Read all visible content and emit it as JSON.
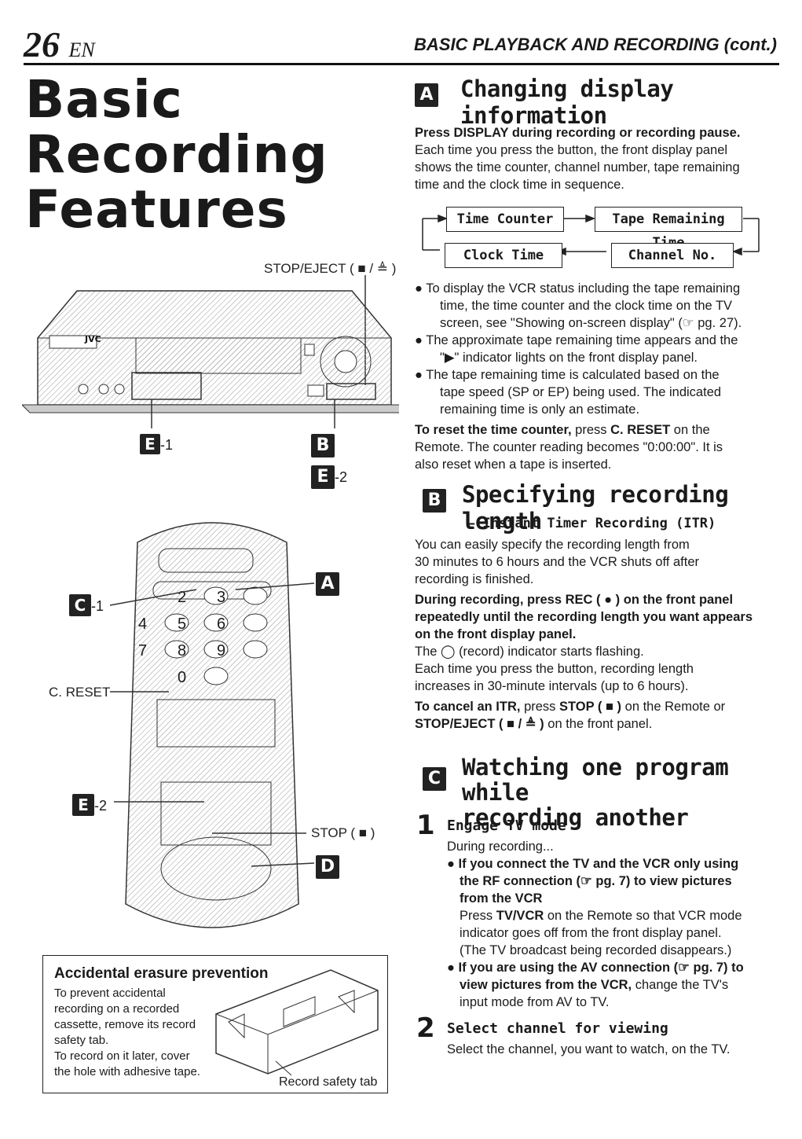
{
  "header": {
    "page_number": "26",
    "lang": "EN",
    "section": "BASIC PLAYBACK AND RECORDING (cont.)"
  },
  "title_lines": [
    "Basic",
    "Recording",
    "Features"
  ],
  "figure": {
    "stop_eject_label": "STOP/EJECT ( ■ / ≜ )",
    "brand": "JVC",
    "callouts": {
      "e1": {
        "letter": "E",
        "suffix": "-1"
      },
      "b": {
        "letter": "B"
      },
      "e2": {
        "letter": "E",
        "suffix": "-2"
      },
      "a": {
        "letter": "A"
      },
      "c1": {
        "letter": "C",
        "suffix": "-1"
      },
      "c_reset": "C. RESET",
      "e2_remote": {
        "letter": "E",
        "suffix": "-2"
      },
      "stop": "STOP ( ■ )",
      "d": {
        "letter": "D"
      }
    },
    "keypad": [
      "2",
      "3",
      "4",
      "5",
      "6",
      "7",
      "8",
      "9",
      "0"
    ]
  },
  "erasure_box": {
    "title": "Accidental erasure prevention",
    "lines": [
      "To prevent accidental",
      "recording on a recorded",
      "cassette, remove its record",
      "safety tab.",
      "To record on it later, cover",
      "the hole with adhesive tape."
    ],
    "tab_label": "Record safety tab"
  },
  "section_a": {
    "letter": "A",
    "title": "Changing display information",
    "instruction": "Press DISPLAY during recording or recording pause.",
    "body_lines": [
      "Each time you press the button, the front display panel",
      "shows the time counter, channel number, tape remaining",
      "time and the clock time in sequence."
    ],
    "diagram": {
      "time_counter": "Time Counter",
      "tape_remaining": "Tape Remaining Time",
      "clock_time": "Clock Time",
      "channel_no": "Channel No."
    },
    "bullets": [
      [
        "● To display the VCR status including the tape remaining",
        "time, the time counter and the clock time on the TV",
        "screen, see \"Showing on-screen display\" (☞ pg. 27)."
      ],
      [
        "● The approximate tape remaining time appears and the",
        "\"▶\" indicator lights on the front display panel."
      ],
      [
        "● The tape remaining time is calculated based on the",
        "tape speed (SP or EP) being used. The indicated",
        "remaining time is only an estimate."
      ]
    ],
    "reset_lead": "To reset the time counter,",
    "reset_mid": " press ",
    "reset_key": "C. RESET",
    "reset_tail": " on the",
    "reset_lines": [
      "Remote. The counter reading becomes \"0:00:00\". It is",
      "also reset when a tape is inserted."
    ]
  },
  "section_b": {
    "letter": "B",
    "title": "Specifying recording length",
    "subtitle": "— Instant Timer Recording (ITR)",
    "body_lines": [
      "You can easily specify the recording length from",
      "30 minutes to 6 hours and the VCR shuts off after",
      "recording is finished."
    ],
    "bold_lines": [
      "During recording, press REC ( ● ) on the front panel",
      "repeatedly until the recording length you want appears",
      "on the front display panel."
    ],
    "after_lines": [
      "The ◯ (record) indicator starts flashing.",
      "Each time you press the button, recording length",
      "increases in 30-minute intervals (up to 6 hours)."
    ],
    "cancel_lead": "To cancel an ITR,",
    "cancel_mid": " press ",
    "cancel_key": "STOP ( ■ )",
    "cancel_tail": " on the Remote or",
    "cancel_key2": "STOP/EJECT ( ■ / ≜ )",
    "cancel_tail2": " on the front panel."
  },
  "section_c": {
    "letter": "C",
    "title_lines": [
      "Watching one program while",
      "recording another"
    ],
    "steps": [
      {
        "num": "1",
        "title": "Engage TV mode",
        "intro": "During recording...",
        "b1_lines": [
          "● If you connect the TV and the VCR only using",
          "the RF connection (☞ pg. 7) to view pictures",
          "from the VCR"
        ],
        "b1_body_lead": "Press ",
        "b1_body_key": "TV/VCR",
        "b1_body_tail": " on the Remote so that VCR mode",
        "b1_body_lines": [
          "indicator goes off from the front display panel.",
          "(The TV broadcast being recorded disappears.)"
        ],
        "b2_bold": "● If you are using the AV connection (☞ pg. 7) to",
        "b2_bold2": "view pictures from the VCR,",
        "b2_tail": " change the TV's",
        "b2_line3": "input mode from AV to TV."
      },
      {
        "num": "2",
        "title": "Select channel for viewing",
        "body": "Select the channel, you want to watch, on the TV."
      }
    ]
  }
}
